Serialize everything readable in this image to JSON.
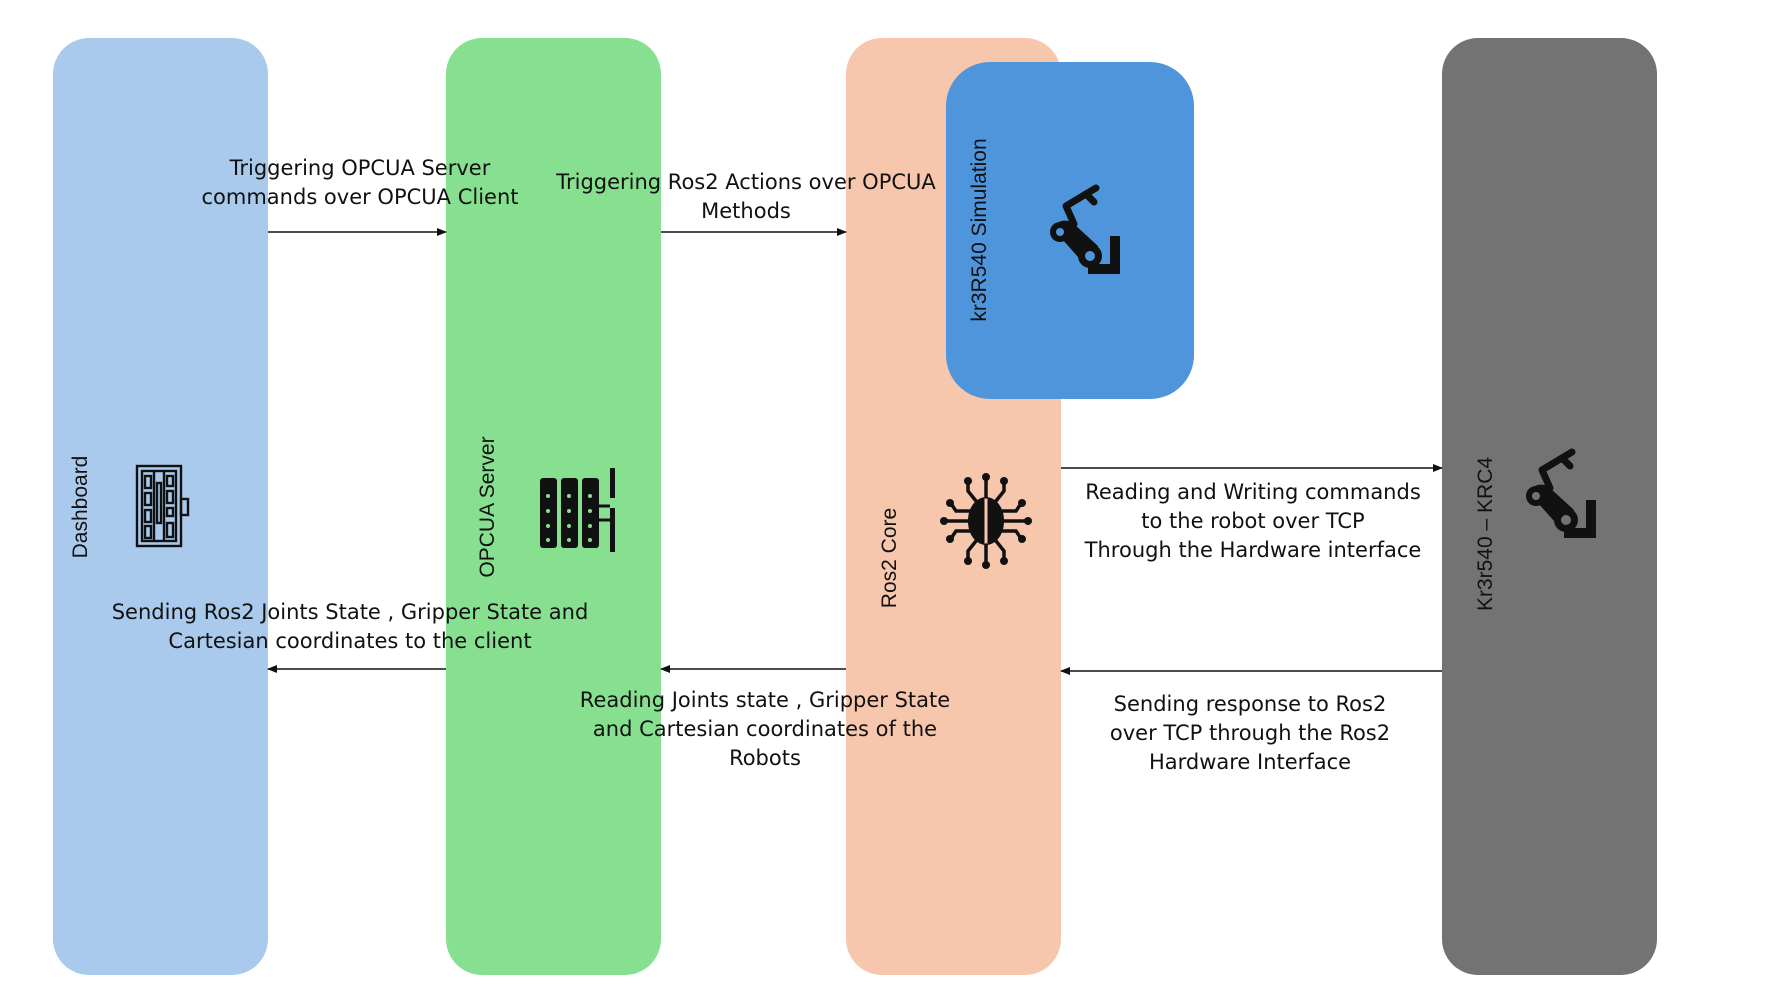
{
  "colors": {
    "dashboard": "#a9caec",
    "opcua_server": "#87e08f",
    "ros2_core": "#f6c7ad",
    "simulation": "#4f95db",
    "robot": "#737373",
    "arrow": "#111111"
  },
  "lanes": {
    "dashboard": {
      "label": "Dashboard",
      "icon": "server-rack-icon"
    },
    "opcua_server": {
      "label": "OPCUA Server",
      "icon": "servers-icon"
    },
    "ros2_core": {
      "label": "Ros2 Core",
      "icon": "ai-brain-icon"
    },
    "simulation": {
      "label": "kr3R540 Simulation",
      "icon": "robot-arm-icon"
    },
    "robot": {
      "label": "Kr3r540 – KRC4",
      "icon": "robot-arm-icon"
    }
  },
  "messages": {
    "dash_to_opcua": {
      "line1": "Triggering OPCUA Server",
      "line2": "commands over OPCUA Client"
    },
    "opcua_to_ros": {
      "line1": "Triggering Ros2 Actions over OPCUA",
      "line2": "Methods"
    },
    "ros_to_robot": {
      "line1": "Reading and Writing commands",
      "line2": "to the robot over TCP",
      "line3": "Through the Hardware interface"
    },
    "opcua_to_dash": {
      "line1": "Sending Ros2 Joints State , Gripper State and",
      "line2": "Cartesian coordinates to the client"
    },
    "ros_to_opcua": {
      "line1": "Reading Joints state , Gripper State",
      "line2": "and Cartesian coordinates of the",
      "line3": "Robots"
    },
    "robot_to_ros": {
      "line1": "Sending response to Ros2",
      "line2": "over TCP through the Ros2",
      "line3": "Hardware Interface"
    }
  }
}
